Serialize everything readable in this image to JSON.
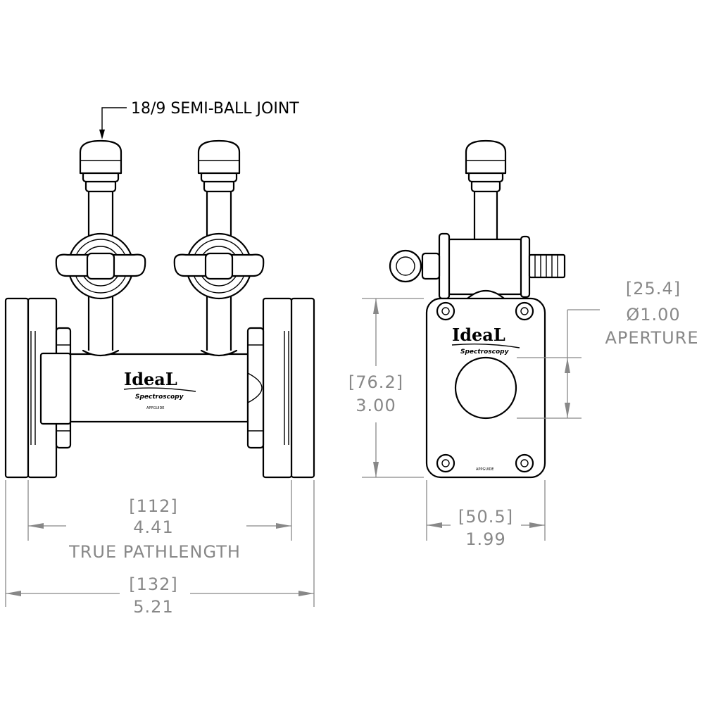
{
  "callout": {
    "label": "18/9 SEMI-BALL JOINT"
  },
  "brand": {
    "logo_text": "IdeaL",
    "logo_sub": "Spectroscopy",
    "part_code": "APPGUIDE"
  },
  "dimensions": {
    "pathlength": {
      "metric": "[112]",
      "imperial": "4.41",
      "label": "TRUE PATHLENGTH"
    },
    "overall_length": {
      "metric": "[132]",
      "imperial": "5.21"
    },
    "height": {
      "metric": "[76.2]",
      "imperial": "3.00"
    },
    "width": {
      "metric": "[50.5]",
      "imperial": "1.99"
    },
    "aperture": {
      "metric": "[25.4]",
      "imperial": "Ø1.00",
      "label": "APERTURE"
    }
  }
}
